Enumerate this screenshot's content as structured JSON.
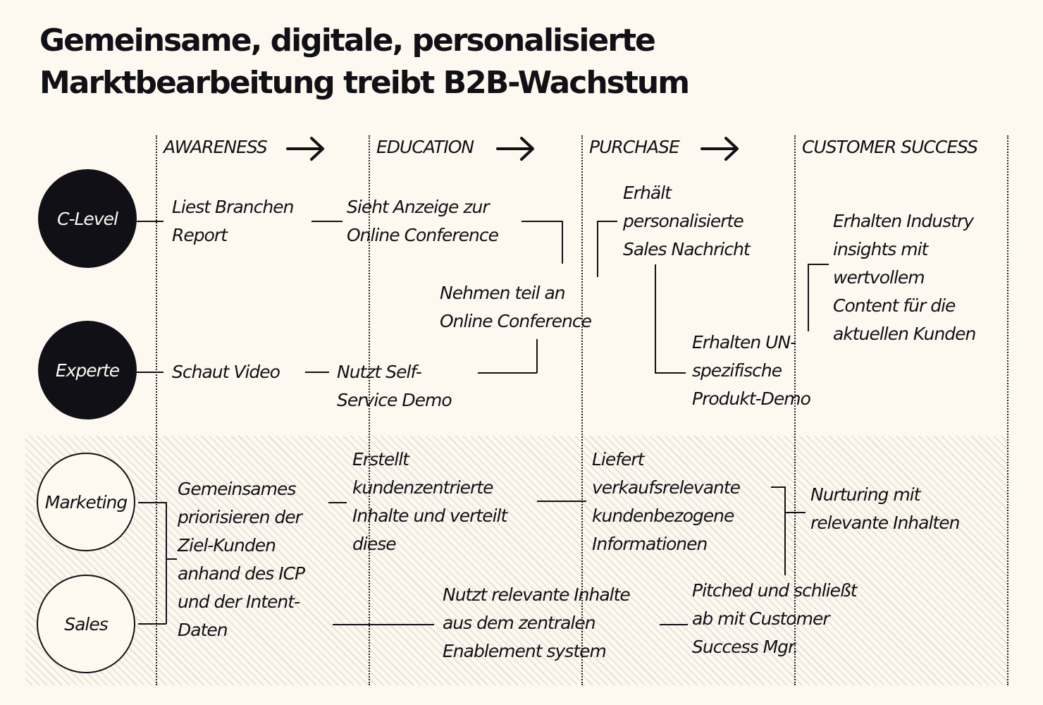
{
  "title": {
    "line1": "Gemeinsame, digitale, personalisierte",
    "line2": "Marktbearbeitung treibt B2B-Wachstum"
  },
  "stages": [
    {
      "label": "AWARENESS",
      "icon": "arrow-right-icon"
    },
    {
      "label": "EDUCATION",
      "icon": "arrow-right-icon"
    },
    {
      "label": "PURCHASE",
      "icon": "arrow-right-icon"
    },
    {
      "label": "CUSTOMER SUCCESS"
    }
  ],
  "personas": {
    "c_level": "C-Level",
    "experte": "Experte",
    "marketing": "Marketing",
    "sales": "Sales"
  },
  "steps": {
    "liest_report": "Liest Branchen\nReport",
    "sieht_anzeige": "Sieht Anzeige zur\nOnline Conference",
    "nehmen_teil": "Nehmen teil an\nOnline Conference",
    "erhaelt_nachricht": "Erhält\npersonalisierte\nSales Nachricht",
    "erhalten_insights": "Erhalten Industry\ninsights mit\nwertvollem\nContent für die\naktuellen Kunden",
    "schaut_video": "Schaut Video",
    "nutzt_demo": "Nutzt Self-\nService Demo",
    "erhalten_demo": "Erhalten UN-\nspezifische\nProdukt-Demo",
    "gemeinsames": "Gemeinsames\npriorisieren der\nZiel-Kunden\nanhand des ICP\nund der Intent-\nDaten",
    "erstellt": "Erstellt\nkundenzentrierte\nInhalte und verteilt\ndiese",
    "liefert": "Liefert\nverkaufsrelevante\nkundenbezogene\nInformationen",
    "nurturing": "Nurturing mit\nrelevante Inhalten",
    "nutzt_inhalte": "Nutzt relevante Inhalte\naus dem zentralen\nEnablement system",
    "pitched": "Pitched und schließt\nab mit Customer\nSuccess Mgr."
  },
  "colors": {
    "background": "#fdf8f0",
    "ink": "#111016",
    "hatch": "#e3ddd2"
  }
}
